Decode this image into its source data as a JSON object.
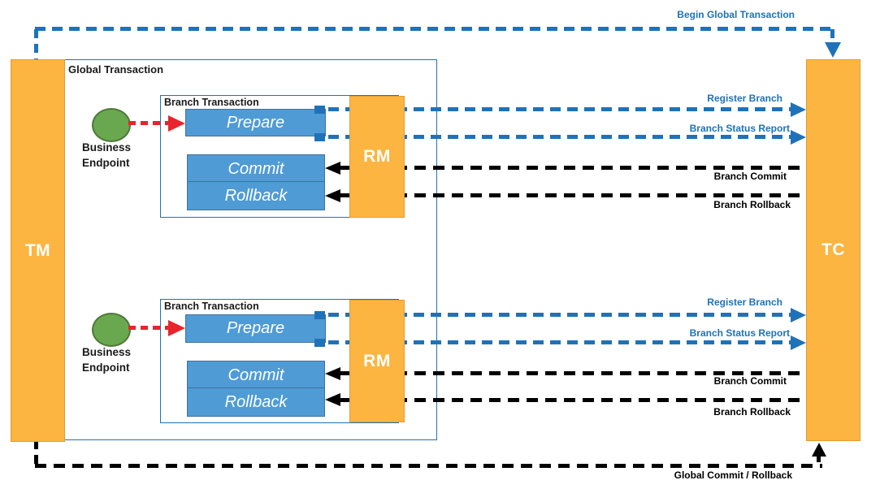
{
  "diagram": {
    "actors": {
      "tm": "TM",
      "tc": "TC"
    },
    "global_transaction_label": "Global Transaction",
    "top_message": "Begin Global Transaction",
    "bottom_message": "Global Commit / Rollback",
    "branches": [
      {
        "box_label": "Branch Transaction",
        "rm": "RM",
        "endpoint": "Business\nEndpoint",
        "prepare": "Prepare",
        "commit": "Commit",
        "rollback": "Rollback",
        "register_branch": "Register Branch",
        "branch_status_report": "Branch Status Report",
        "branch_commit": "Branch Commit",
        "branch_rollback": "Branch Rollback"
      },
      {
        "box_label": "Branch Transaction",
        "rm": "RM",
        "endpoint": "Business\nEndpoint",
        "prepare": "Prepare",
        "commit": "Commit",
        "rollback": "Rollback",
        "register_branch": "Register Branch",
        "branch_status_report": "Branch Status Report",
        "branch_commit": "Branch Commit",
        "branch_rollback": "Branch Rollback"
      }
    ],
    "colors": {
      "orange": "#FBB540",
      "operation_box_blue": "#4F9BD5",
      "line_and_label_blue": "#1F72B8",
      "black": "#000000",
      "red": "#E9242C",
      "green": "#6AA84F"
    }
  }
}
